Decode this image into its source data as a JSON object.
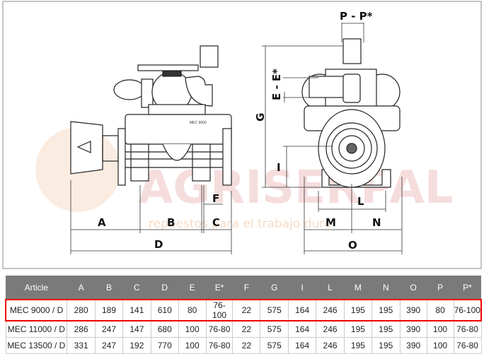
{
  "watermark": {
    "brand": "AGRISERPAL",
    "tagline": "repuestos para el trabajo duro"
  },
  "drawing": {
    "side_labels": {
      "A": "A",
      "B": "B",
      "C": "C",
      "D": "D",
      "F": "F"
    },
    "front_labels": {
      "P": "P - P*",
      "E": "E - E*",
      "G": "G",
      "I": "I",
      "L": "L",
      "M": "M",
      "N": "N",
      "O": "O"
    },
    "nameplate": "MEC 9000"
  },
  "table": {
    "headers": [
      "Article",
      "A",
      "B",
      "C",
      "D",
      "E",
      "E*",
      "F",
      "G",
      "I",
      "L",
      "M",
      "N",
      "O",
      "P",
      "P*"
    ],
    "rows": [
      [
        "MEC 9000 / D",
        "280",
        "189",
        "141",
        "610",
        "80",
        "76-100",
        "22",
        "575",
        "164",
        "246",
        "195",
        "195",
        "390",
        "80",
        "76-100"
      ],
      [
        "MEC 11000 / D",
        "286",
        "247",
        "147",
        "680",
        "100",
        "76-80",
        "22",
        "575",
        "164",
        "246",
        "195",
        "195",
        "390",
        "100",
        "76-80"
      ],
      [
        "MEC 13500 / D",
        "331",
        "247",
        "192",
        "770",
        "100",
        "76-80",
        "22",
        "575",
        "164",
        "246",
        "195",
        "195",
        "390",
        "100",
        "76-80"
      ]
    ],
    "highlight_color": "#e00000",
    "header_color": "#7a7a7a"
  }
}
